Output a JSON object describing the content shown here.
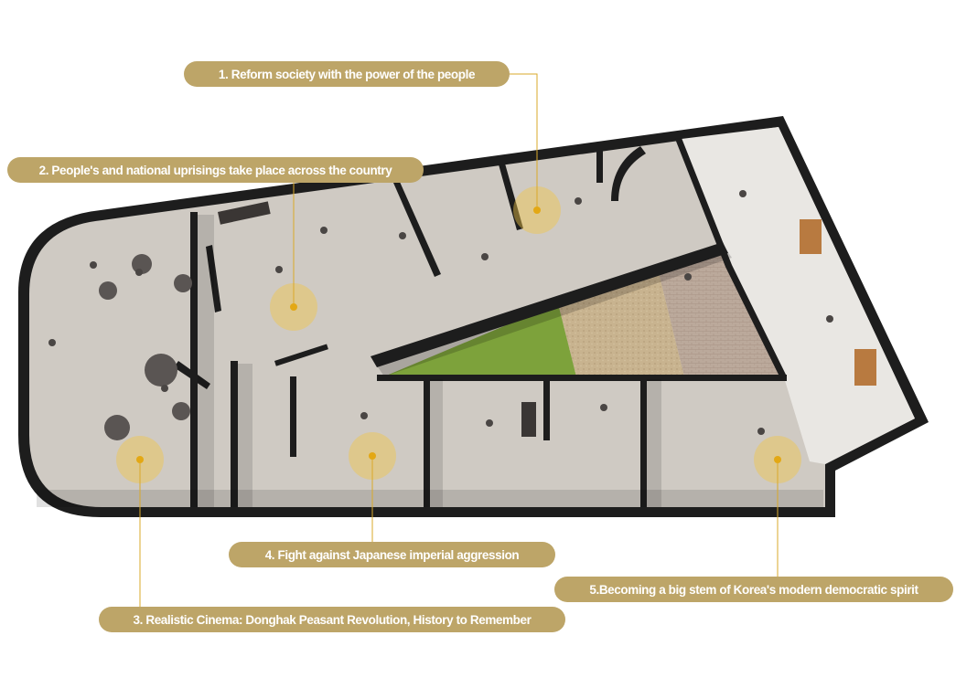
{
  "labels": {
    "reform_society": "1. Reform society with the power of the people",
    "uprisings": "2. People's and national uprisings take place across the country",
    "realistic_cinema": "3. Realistic Cinema: Donghak Peasant Revolution, History to Remember",
    "japanese_aggression": "4. Fight against Japanese imperial aggression",
    "democratic_spirit": "5.Becoming a big stem of Korea's modern democratic spirit"
  },
  "colors": {
    "label_fill": "#bda568",
    "label_text": "#ffffff",
    "leader_line": "#d9a92a",
    "hotspot": "#f0c64a",
    "hotspot_dot": "#e3a814",
    "floor": "#cfcac3",
    "wall": "#1d1d1d",
    "courtyard_grass": "#7da23b",
    "courtyard_sand": "#c5b08e",
    "courtyard_brick": "#b8a79a",
    "corridor": "#e8e6e2"
  }
}
